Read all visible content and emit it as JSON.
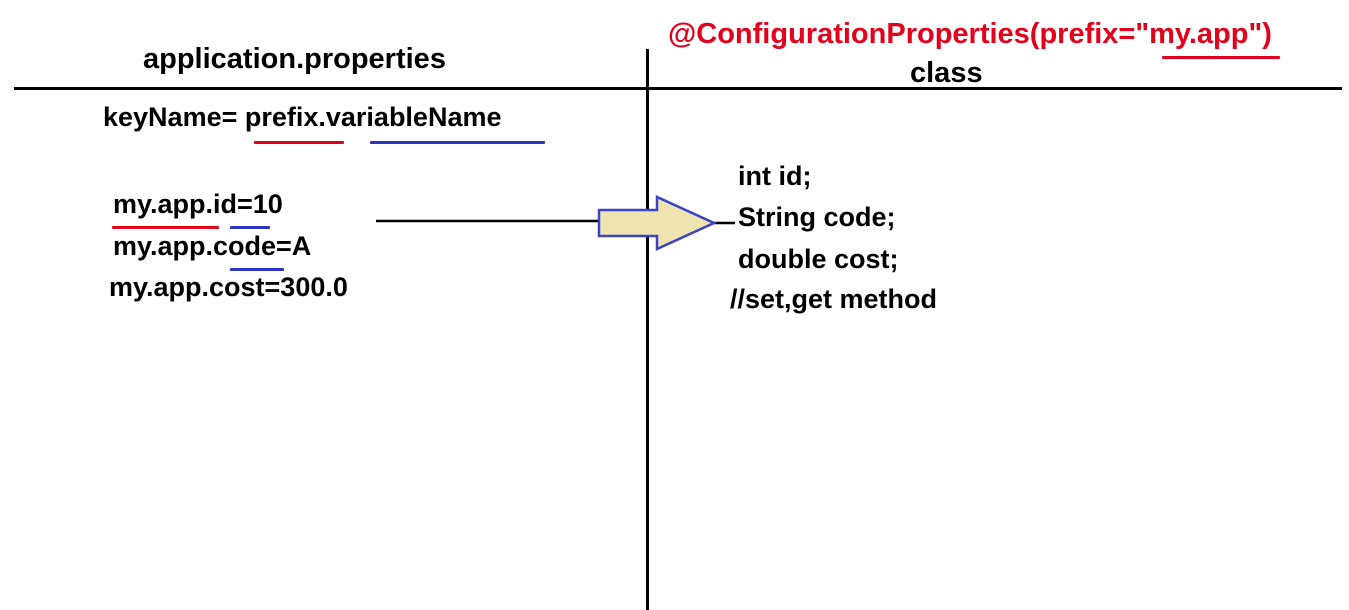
{
  "left": {
    "header": "application.properties",
    "pattern": "keyName= prefix.variableName",
    "properties": [
      "my.app.id=10",
      "my.app.code=A",
      "my.app.cost=300.0"
    ]
  },
  "right": {
    "annotation": "@ConfigurationProperties(prefix=\"my.app\")",
    "header": "class",
    "fields": [
      "int  id;",
      "String code;",
      "double cost;",
      "//set,get method"
    ]
  },
  "colors": {
    "prefix_highlight": "#e3001b",
    "variable_highlight": "#2b34c4",
    "arrow_fill": "#efe4b0",
    "arrow_stroke": "#3b43c8"
  }
}
